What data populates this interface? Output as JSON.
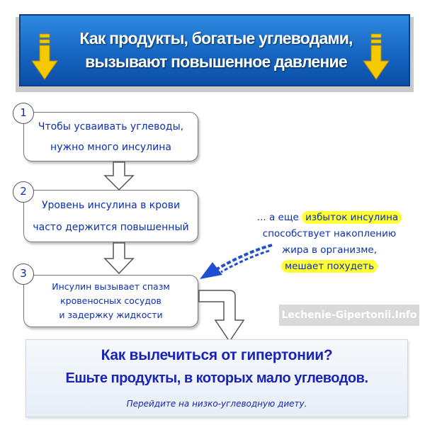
{
  "header": {
    "title_line1": "Как продукты, богатые углеводами,",
    "title_line2": "вызывают повышенное давление"
  },
  "steps": [
    {
      "number": "1",
      "line1": "Чтобы усваивать углеводы,",
      "line2": "нужно много инсулина"
    },
    {
      "number": "2",
      "line1": "Уровень инсулина в крови",
      "line2": "часто держится повышенный"
    },
    {
      "number": "3",
      "line1": "Инсулин вызывает спазм",
      "line2": "кровеносных сосудов",
      "line3": "и задержку жидкости"
    }
  ],
  "note": {
    "prefix": "... а еще",
    "highlight1": "избыток инсулина",
    "line2": "способствует накоплению",
    "line3": "жира в организме,",
    "highlight2": "мешает похудеть"
  },
  "watermark": "Lechenie-Gipertonii.Info",
  "bottom": {
    "question": "Как вылечиться от гипертонии?",
    "answer": "Ешьте продукты, в которых мало углеводов.",
    "link": "Перейдите на низко-углеводную диету."
  },
  "colors": {
    "banner": "#1566c2",
    "down_arrow": "#f5c800",
    "step_text": "#0b2fb0",
    "highlight": "#ffff33",
    "pointer_arrow": "#1f4fd0"
  },
  "icons": {
    "banner_arrow": "yellow-down-arrow-icon",
    "flow_arrow": "hollow-down-arrow-icon",
    "pointer": "blue-pointer-arrow-icon"
  }
}
